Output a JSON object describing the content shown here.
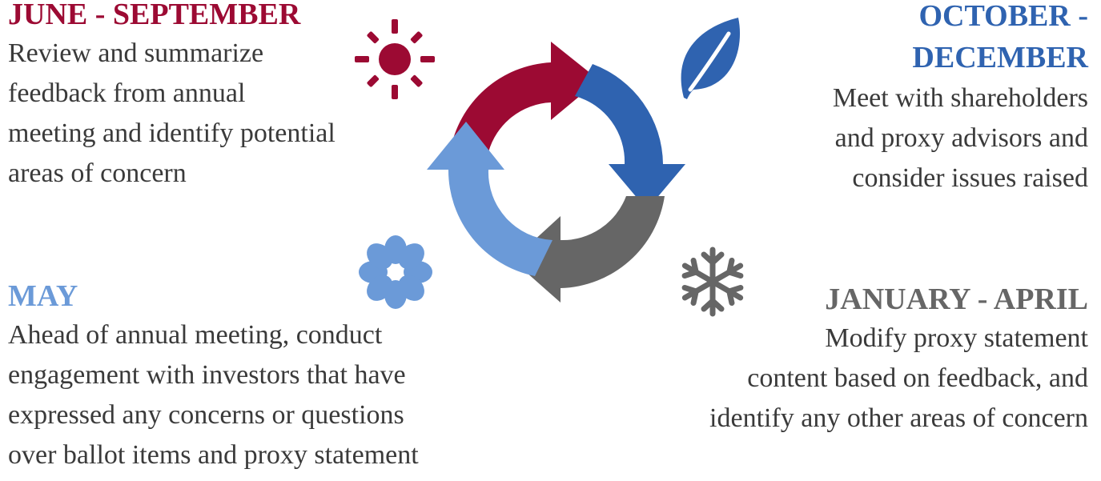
{
  "colors": {
    "june": "#9c0a33",
    "october": "#2f63b0",
    "may": "#6b9ad8",
    "january": "#666666"
  },
  "icons": {
    "june": "sun-icon",
    "october": "leaf-icon",
    "may": "flower-icon",
    "january": "snowflake-icon"
  },
  "quadrants": {
    "june": {
      "heading": [
        "JUNE - SEPTEMBER"
      ],
      "lines": [
        "Review and summarize",
        "feedback from annual",
        "meeting and identify potential",
        "areas of concern"
      ]
    },
    "october": {
      "heading": [
        "OCTOBER -",
        "DECEMBER"
      ],
      "lines": [
        "Meet with shareholders",
        "and proxy advisors and",
        "consider issues raised"
      ]
    },
    "may": {
      "heading": [
        "MAY"
      ],
      "lines": [
        "Ahead of annual meeting, conduct",
        "engagement with investors that have",
        "expressed any concerns or questions",
        "over ballot items and proxy statement"
      ]
    },
    "january": {
      "heading": [
        "JANUARY - APRIL"
      ],
      "lines": [
        "Modify proxy statement",
        "content based on feedback, and",
        "identify any other areas of concern"
      ]
    }
  }
}
